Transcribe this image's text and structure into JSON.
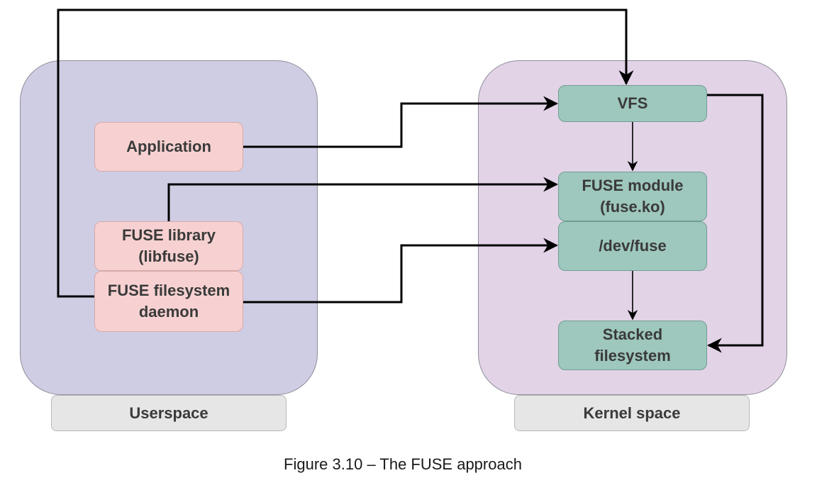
{
  "regions": {
    "userspace": "Userspace",
    "kernel": "Kernel space"
  },
  "nodes": {
    "application": "Application",
    "fuse_library": "FUSE library\n(libfuse)",
    "fuse_daemon": "FUSE filesystem\ndaemon",
    "vfs": "VFS",
    "fuse_module": "FUSE module\n(fuse.ko)",
    "dev_fuse": "/dev/fuse",
    "stacked_fs": "Stacked\nfilesystem"
  },
  "edges": [
    {
      "from": "fuse_daemon",
      "to": "vfs"
    },
    {
      "from": "application",
      "to": "vfs"
    },
    {
      "from": "fuse_library",
      "to": "fuse_module"
    },
    {
      "from": "fuse_daemon",
      "to": "dev_fuse"
    },
    {
      "from": "vfs",
      "to": "fuse_module"
    },
    {
      "from": "dev_fuse",
      "to": "stacked_fs"
    },
    {
      "from": "vfs",
      "to": "stacked_fs"
    }
  ],
  "caption": "Figure 3.10 – The FUSE approach",
  "colors": {
    "userspace_panel": "#cfcde3",
    "kernel_panel": "#e2d3e7",
    "userspace_node": "#f7d1d1",
    "kernel_node": "#9ec7bd",
    "region_label": "#e6e6e6",
    "connector": "#000000"
  }
}
